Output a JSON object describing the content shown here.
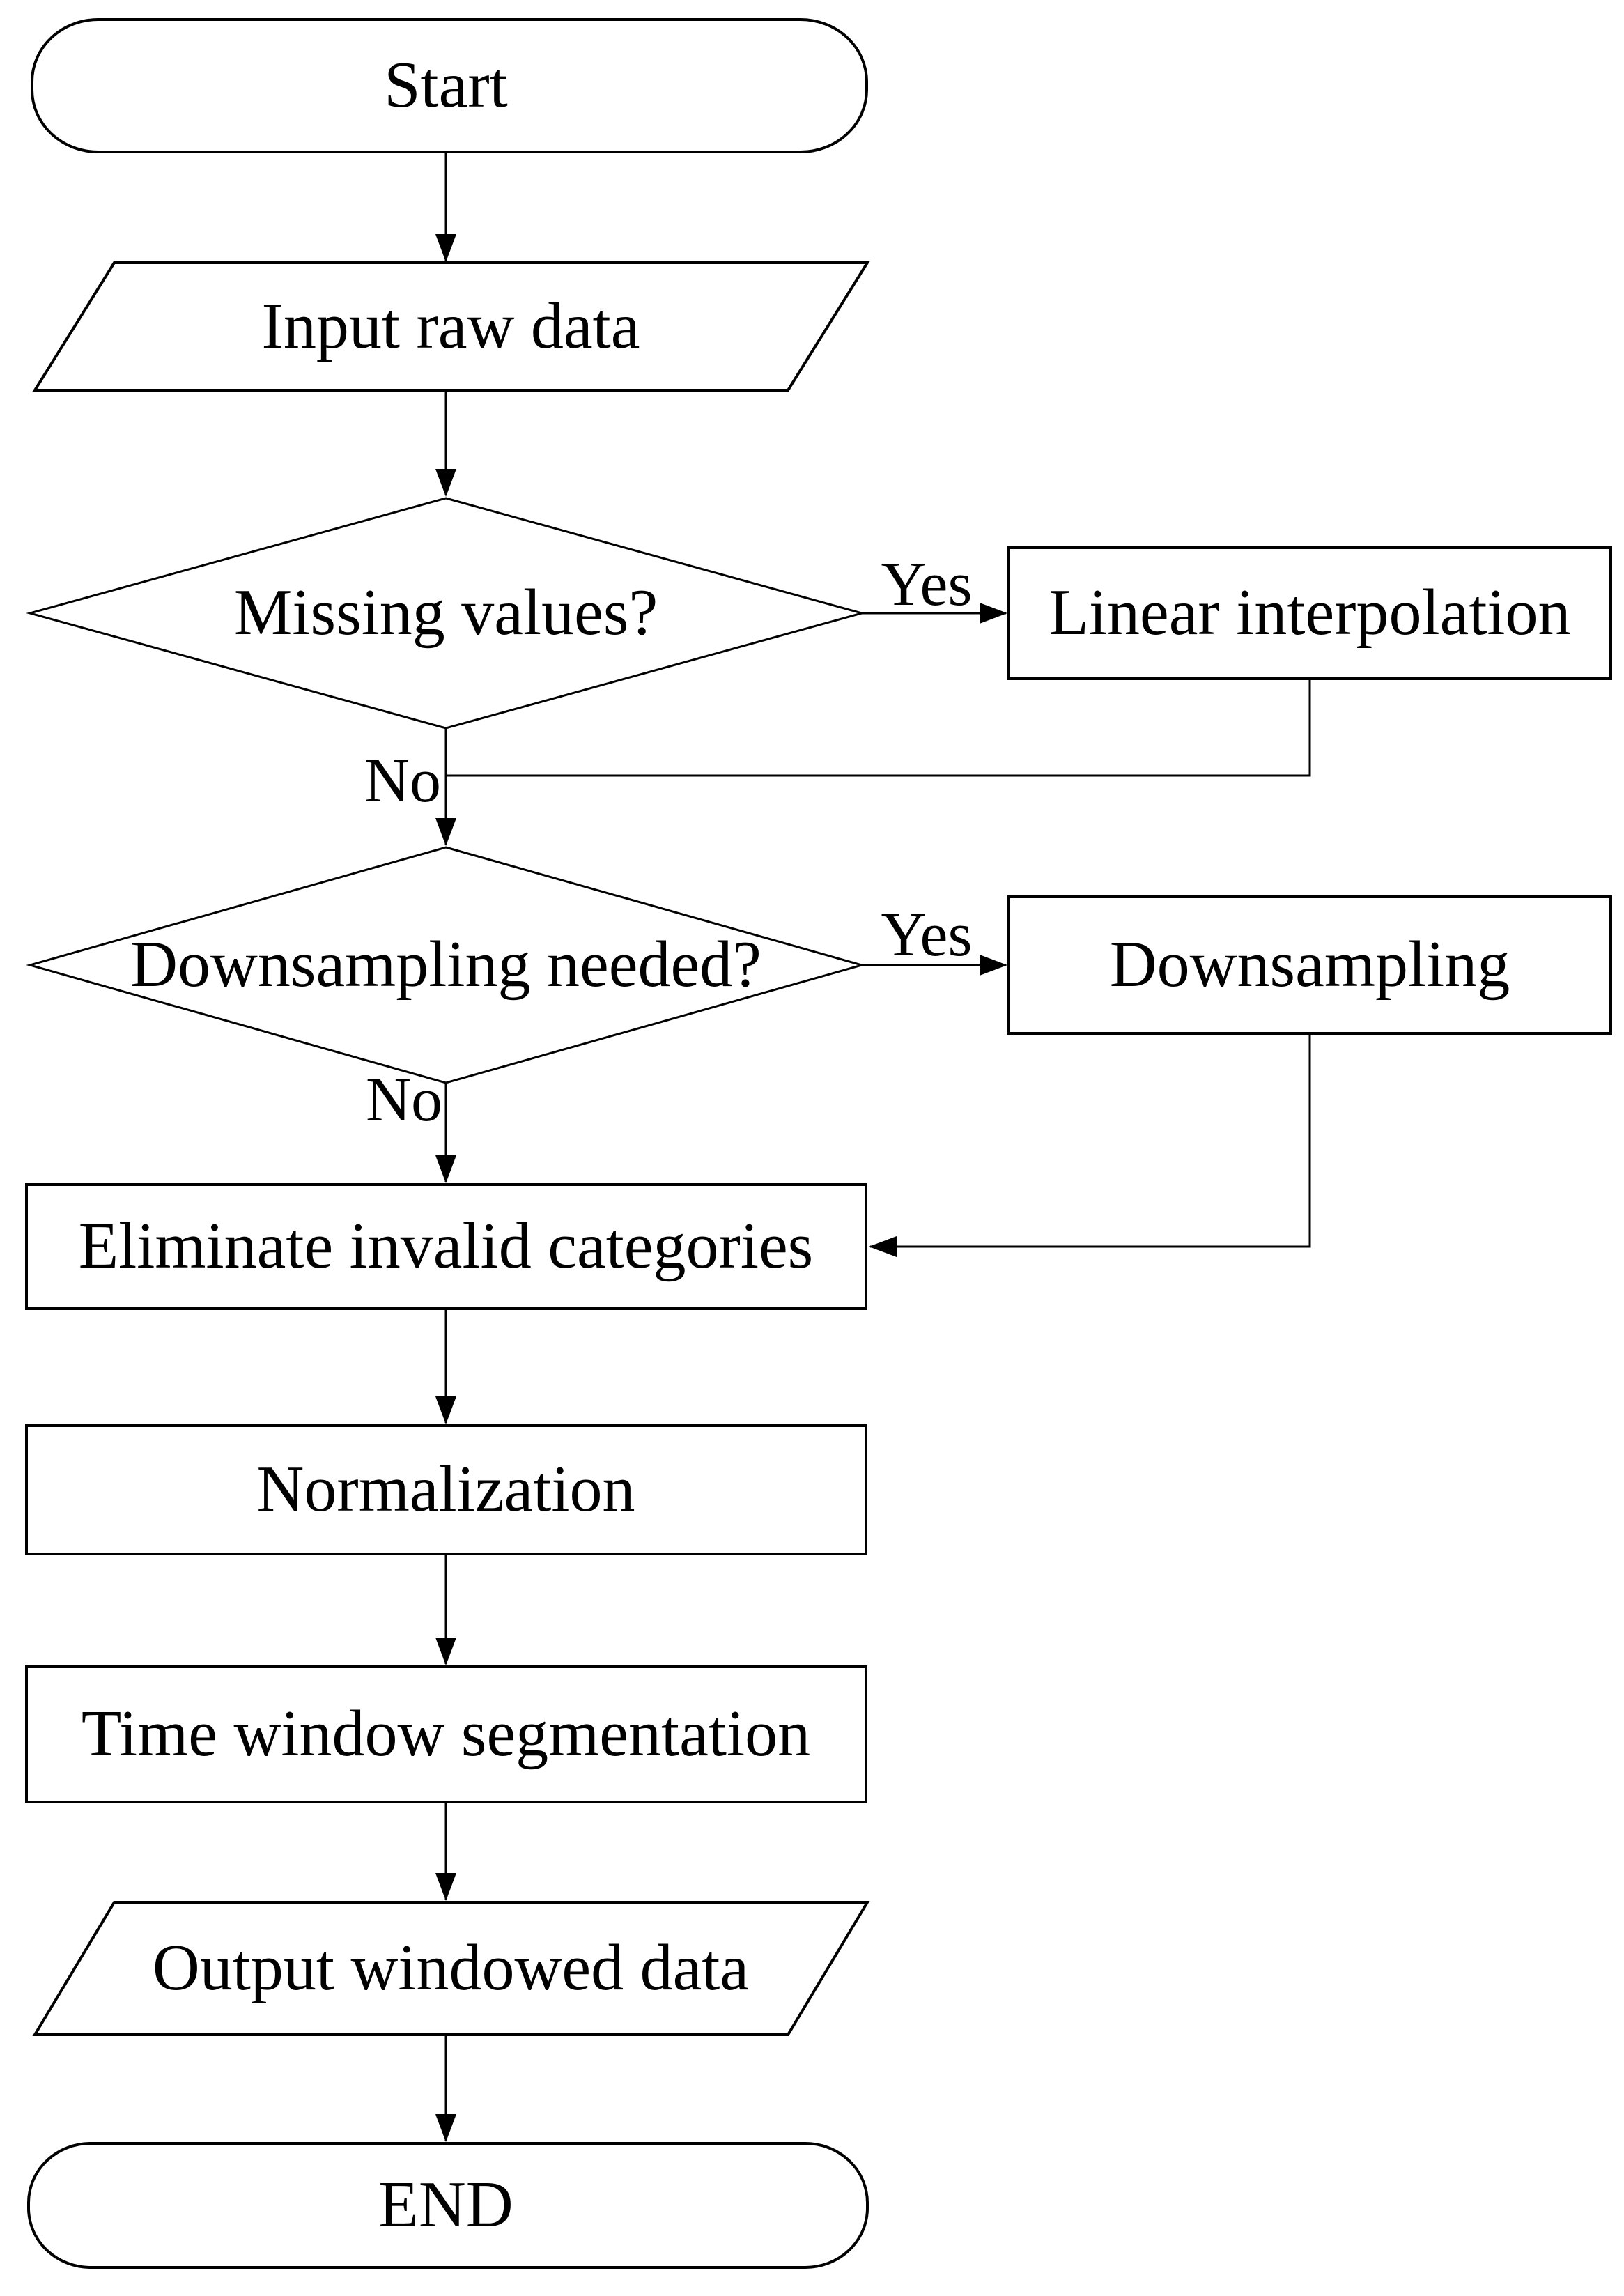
{
  "flowchart": {
    "nodes": {
      "start": {
        "label": "Start",
        "type": "terminator"
      },
      "input_raw_data": {
        "label": "Input raw data",
        "type": "input-output"
      },
      "missing_values": {
        "label": "Missing values?",
        "type": "decision"
      },
      "linear_interpolation": {
        "label": "Linear interpolation",
        "type": "process"
      },
      "downsampling_needed": {
        "label": "Downsampling needed?",
        "type": "decision"
      },
      "downsampling": {
        "label": "Downsampling",
        "type": "process"
      },
      "eliminate_invalid_categories": {
        "label": "Eliminate invalid categories",
        "type": "process"
      },
      "normalization": {
        "label": "Normalization",
        "type": "process"
      },
      "time_window_segmentation": {
        "label": "Time window segmentation",
        "type": "process"
      },
      "output_windowed_data": {
        "label": "Output windowed data",
        "type": "input-output"
      },
      "end": {
        "label": "END",
        "type": "terminator"
      }
    },
    "branch_labels": {
      "missing_yes": "Yes",
      "missing_no": "No",
      "downsampling_yes": "Yes",
      "downsampling_no": "No"
    },
    "colors": {
      "stroke": "#000000",
      "fill": "#ffffff",
      "text": "#000000",
      "background": "#ffffff"
    }
  }
}
